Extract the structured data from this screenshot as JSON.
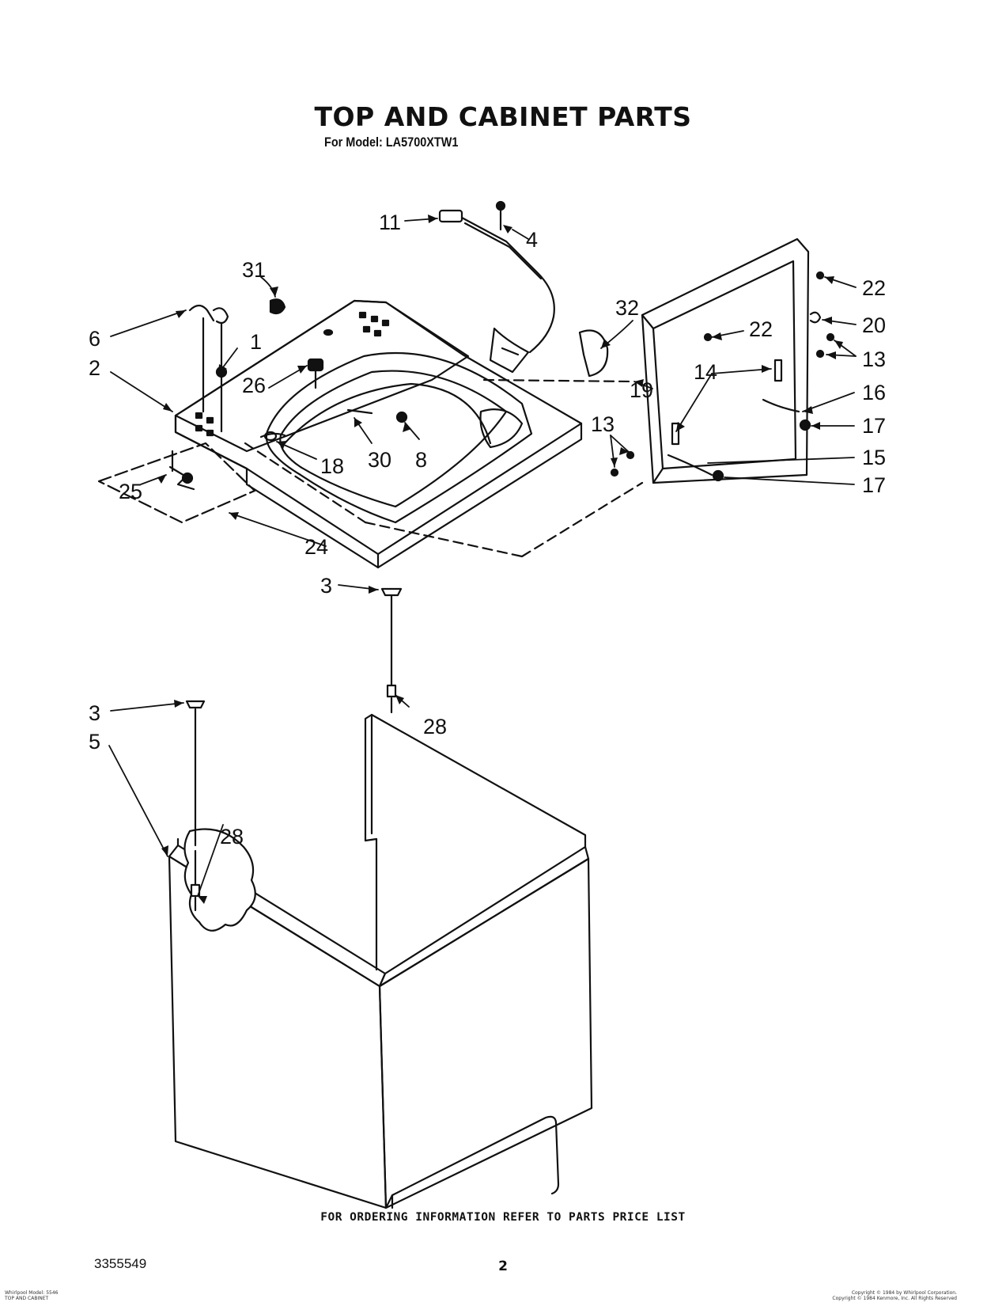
{
  "header": {
    "title": "TOP AND CABINET PARTS",
    "subtitle": "For Model: LA5700XTW1"
  },
  "callouts": {
    "c11": "11",
    "c4": "4",
    "c31": "31",
    "c6": "6",
    "c1": "1",
    "c2": "2",
    "c26": "26",
    "c32": "32",
    "c22a": "22",
    "c22b": "22",
    "c20": "20",
    "c13a": "13",
    "c13b": "13",
    "c14": "14",
    "c19": "19",
    "c16": "16",
    "c17a": "17",
    "c17b": "17",
    "c15": "15",
    "c30": "30",
    "c8": "8",
    "c18": "18",
    "c25": "25",
    "c24": "24",
    "c3a": "3",
    "c3b": "3",
    "c5": "5",
    "c28a": "28",
    "c28b": "28"
  },
  "footer": {
    "ordering_note": "FOR ORDERING INFORMATION REFER TO PARTS PRICE LIST",
    "doc_number": "3355549",
    "page_number": "2",
    "fine_left_1": "Whirlpool Model: 5546",
    "fine_left_2": "TOP AND CABINET",
    "fine_right_1": "Copyright © 1984 by Whirlpool Corporation.",
    "fine_right_2": "Copyright © 1984 Kenmore, Inc. All Rights Reserved"
  }
}
